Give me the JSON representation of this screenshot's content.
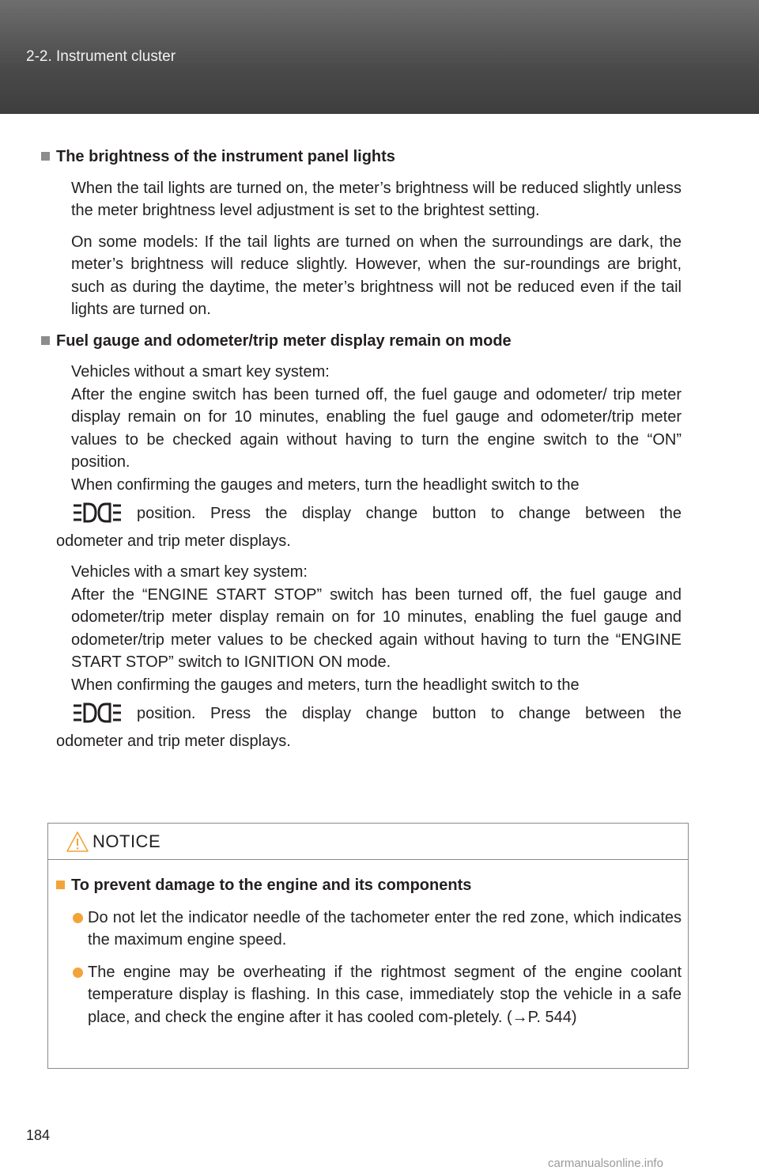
{
  "header": {
    "section": "2-2. Instrument cluster"
  },
  "sections": [
    {
      "heading": "The brightness of the instrument panel lights",
      "paragraphs": [
        "When the tail lights are turned on, the meter’s brightness will be reduced slightly unless the meter brightness level adjustment is set to the brightest setting.",
        "On some models: If the tail lights are turned on when the surroundings are dark, the meter’s brightness will reduce slightly. However, when the sur-roundings are bright, such as during the daytime, the meter’s brightness will not be reduced even if the tail lights are turned on."
      ]
    },
    {
      "heading": "Fuel gauge and odometer/trip meter display remain on mode",
      "block1": {
        "label": "Vehicles without a smart key system:",
        "text": "After the engine switch has been turned off, the fuel gauge and odometer/ trip meter display remain on for 10 minutes, enabling the fuel gauge and odometer/trip meter values to be checked again without having to turn the engine switch to the “ON” position.",
        "confirm": "When confirming the gauges and meters, turn the headlight switch to the",
        "icon_line": "position. Press the display change button to change between the",
        "after_icon": "odometer and trip meter displays."
      },
      "block2": {
        "label": "Vehicles with a smart key system:",
        "text": "After the “ENGINE START STOP” switch has been turned off, the fuel gauge and odometer/trip meter display remain on for 10 minutes, enabling the fuel gauge and odometer/trip meter values to be checked again without having to turn the “ENGINE START STOP” switch to IGNITION ON mode.",
        "confirm": "When confirming the gauges and meters, turn the headlight switch to the",
        "icon_line": "position. Press the display change button to change between the",
        "after_icon": "odometer and trip meter displays."
      }
    }
  ],
  "notice": {
    "title": "NOTICE",
    "heading": "To prevent damage to the engine and its components",
    "bullets": [
      "Do not let the indicator needle of the tachometer enter the red zone, which indicates the maximum engine speed.",
      "The engine may be overheating if the rightmost segment of the engine coolant temperature display is flashing. In this case, immediately stop the vehicle in a safe place, and check the engine after it has cooled com-pletely. (→P. 544)"
    ]
  },
  "footer": {
    "page_number": "184",
    "watermark": "carmanualsonline.info"
  },
  "colors": {
    "header_bg": "#4a4a4a",
    "accent": "#f2a43a",
    "square_gray": "#8c8c8c",
    "text": "#231f20"
  },
  "icons": [
    "headlight-icon",
    "warning-triangle-icon"
  ]
}
